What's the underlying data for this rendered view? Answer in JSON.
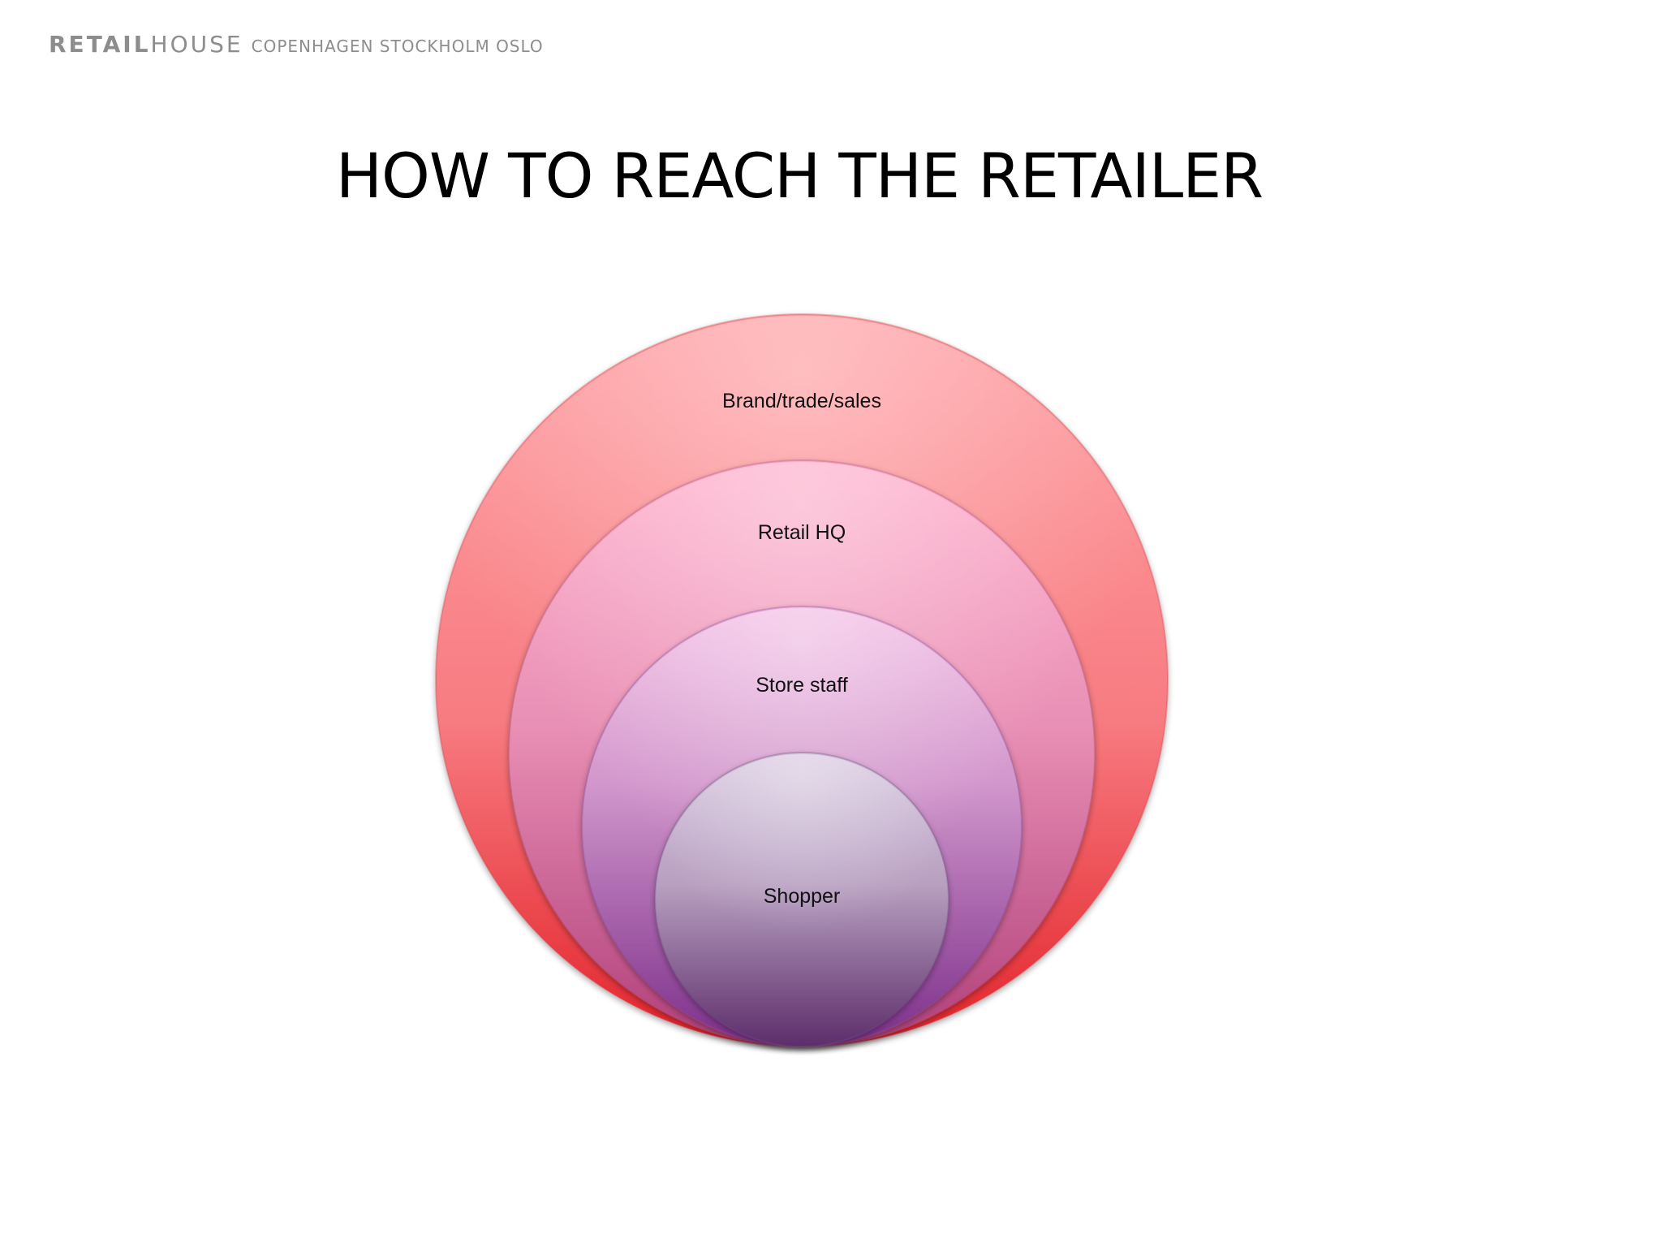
{
  "header": {
    "brand_bold": "RETAIL",
    "brand_light": "HOUSE",
    "cities": "COPENHAGEN  STOCKHOLM  OSLO"
  },
  "slide": {
    "title": "HOW TO REACH THE RETAILER"
  },
  "diagram": {
    "circles": [
      {
        "label": "Brand/trade/sales",
        "top_color": "#ff9fa3",
        "bottom_color": "#e3232b"
      },
      {
        "label": "Retail HQ",
        "top_color": "#ffb0cc",
        "bottom_color": "#b03f7a"
      },
      {
        "label": "Store staff",
        "top_color": "#f3bfe5",
        "bottom_color": "#7c2f8a"
      },
      {
        "label": "Shopper",
        "top_color": "#dacbe2",
        "bottom_color": "#5c2d6a"
      }
    ]
  }
}
